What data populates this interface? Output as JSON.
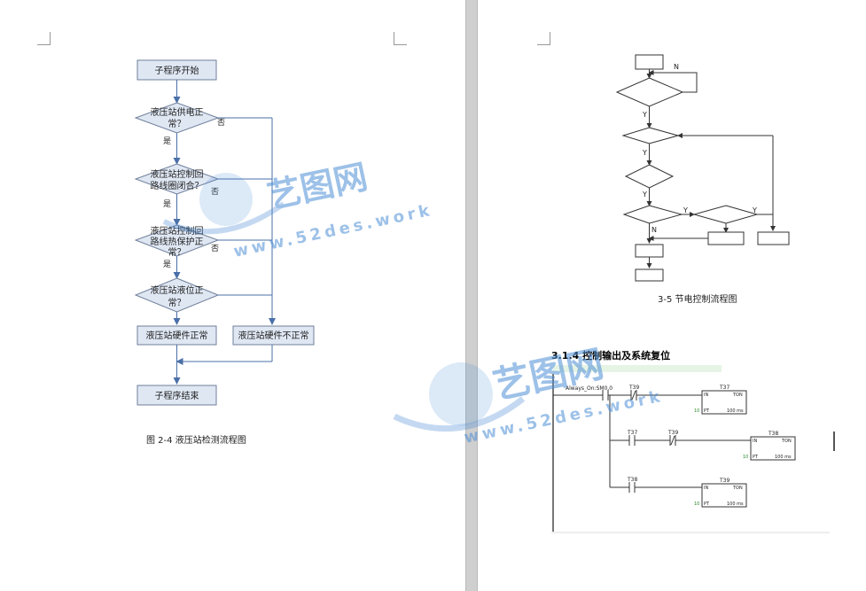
{
  "left_page": {
    "flowchart": {
      "start": "子程序开始",
      "decisions": [
        [
          "液压站供电正",
          "常？"
        ],
        [
          "液压站控制回",
          "路线圈闭合？"
        ],
        [
          "液压站控制回",
          "路线热保护正",
          "常？"
        ],
        [
          "液压站液位正",
          "常？"
        ]
      ],
      "yes_label": "是",
      "no_label": "否",
      "result_normal": "液压站硬件正常",
      "result_abnormal": "液压站硬件不正常",
      "end": "子程序结束"
    },
    "caption": "图 2-4  液压站检测流程图"
  },
  "right_page": {
    "caption": "3-5  节电控制流程图",
    "flow_labels": {
      "yes": "Y",
      "no": "N"
    },
    "section_heading": "3.1.4  控制输出及系统复位",
    "ladder": {
      "rung1": {
        "input_contact": "Always_On:SM0.0",
        "contact": "T39",
        "timer": "T37",
        "in_label": "IN",
        "ton_label": "TON",
        "pt_value": "10",
        "pt_label": "PT",
        "unit": "100 ms"
      },
      "rung2": {
        "contact1": "T37",
        "contact2": "T39",
        "timer": "T38",
        "in_label": "IN",
        "ton_label": "TON",
        "pt_value": "10",
        "pt_label": "PT",
        "unit": "100 ms"
      },
      "rung3": {
        "contact": "T38",
        "timer": "T39",
        "in_label": "IN",
        "ton_label": "TON",
        "pt_value": "10",
        "pt_label": "PT",
        "unit": "100 ms"
      }
    }
  },
  "watermark": {
    "brand": "艺图网",
    "url": "www.52des.work"
  },
  "colors": {
    "box_fill": "#dfe7f3",
    "box_stroke": "#6f7f9a",
    "arrow": "#4a6fa8",
    "watermark": "#4d8ed6"
  }
}
